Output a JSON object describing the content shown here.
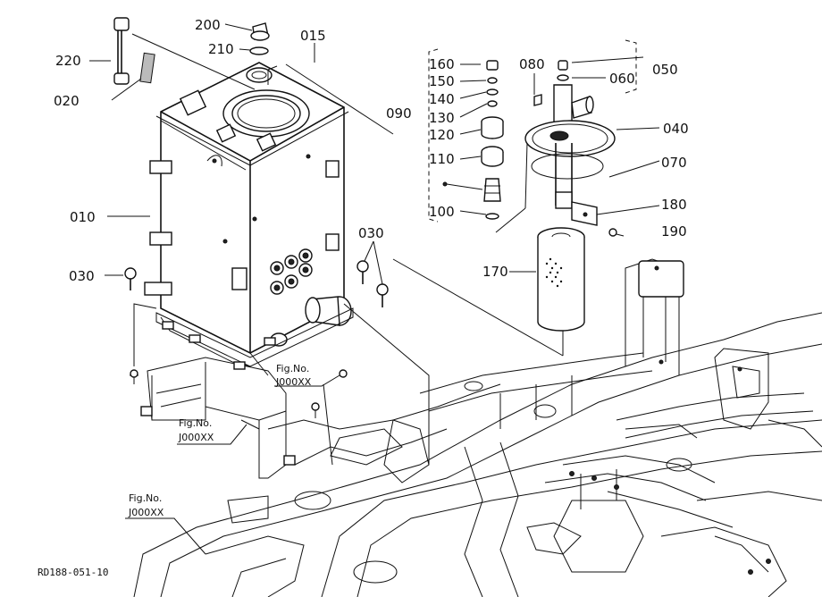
{
  "callouts": {
    "c200": "200",
    "c210": "210",
    "c015": "015",
    "c220": "220",
    "c020": "020",
    "c090": "090",
    "c160": "160",
    "c150": "150",
    "c140": "140",
    "c130": "130",
    "c120": "120",
    "c110": "110",
    "c100": "100",
    "c080": "080",
    "c060": "060",
    "c050": "050",
    "c040": "040",
    "c070": "070",
    "c180": "180",
    "c190": "190",
    "c170": "170",
    "c010": "010",
    "c030a": "030",
    "c030b": "030"
  },
  "figrefs": [
    {
      "line1": "Fig.No.",
      "line2": "J000XX"
    },
    {
      "line1": "Fig.No.",
      "line2": "J000XX"
    },
    {
      "line1": "Fig.No.",
      "line2": "J000XX"
    }
  ],
  "drawing_code": "RD188-051-10"
}
